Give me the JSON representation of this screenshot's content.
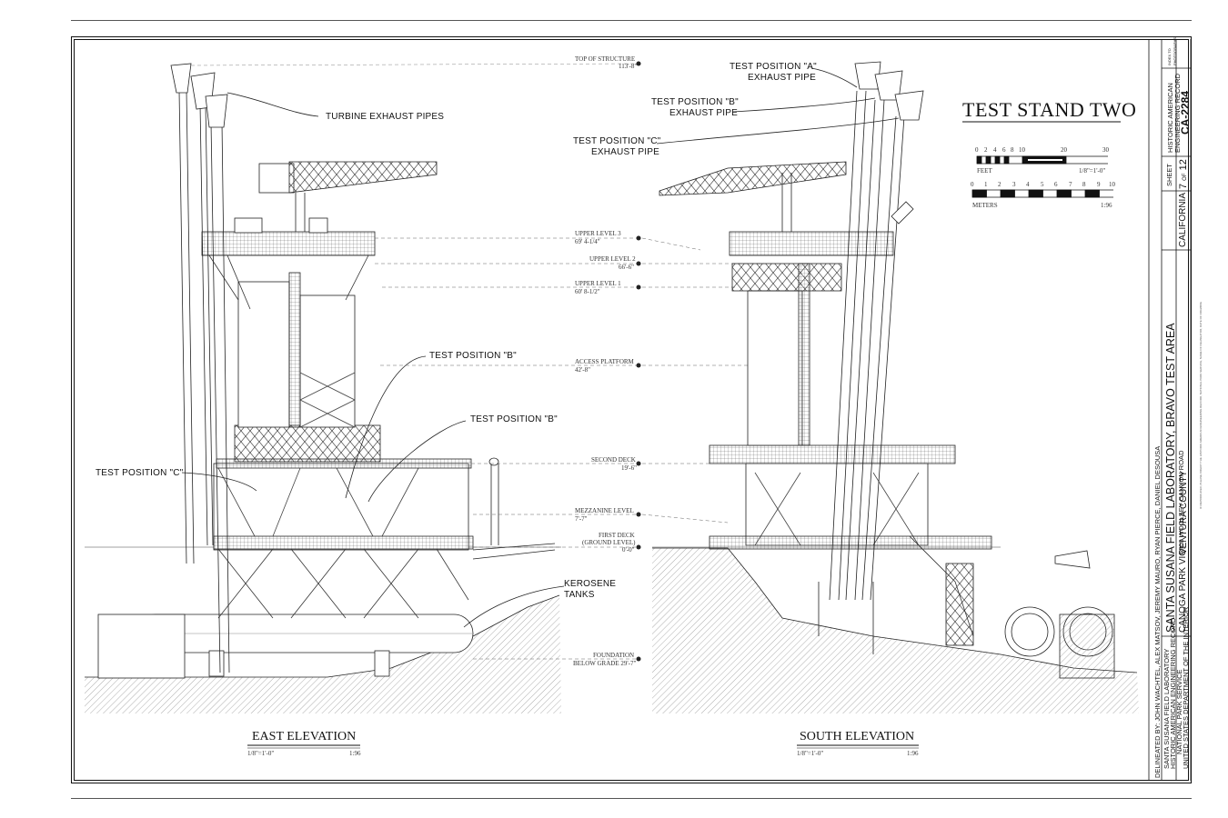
{
  "title": "TEST STAND TWO",
  "callouts": {
    "turbine_exhaust": "TURBINE EXHAUST PIPES",
    "test_b1": "TEST POSITION \"B\"",
    "test_b2": "TEST POSITION \"B\"",
    "test_c": "TEST POSITION \"C\"",
    "kerosene_1": "KEROSENE",
    "kerosene_2": "TANKS",
    "exhaust_a_1": "TEST POSITION \"A\"",
    "exhaust_a_2": "EXHAUST PIPE",
    "exhaust_b_1": "TEST POSITION \"B\"",
    "exhaust_b_2": "EXHAUST PIPE",
    "exhaust_c_1": "TEST POSITION \"C\"",
    "exhaust_c_2": "EXHAUST PIPE"
  },
  "levels": [
    {
      "name": "TOP OF STRUCTURE",
      "value": "113'-8\""
    },
    {
      "name": "UPPER LEVEL 3",
      "value": "69' 4-1/4\""
    },
    {
      "name": "UPPER LEVEL 2",
      "value": "66'-6\""
    },
    {
      "name": "UPPER LEVEL 1",
      "value": "60' 8-1/2\""
    },
    {
      "name": "ACCESS PLATFORM",
      "value": "42'-8\""
    },
    {
      "name": "SECOND DECK",
      "value": "19'-6\""
    },
    {
      "name": "MEZZANINE LEVEL",
      "value": "7'-7\""
    },
    {
      "name": "FIRST DECK",
      "value": "(GROUND LEVEL)",
      "value2": "0'-0\""
    },
    {
      "name": "FOUNDATION",
      "value": "BELOW GRADE 29'-7\""
    }
  ],
  "scales": {
    "feet_ticks": [
      "0",
      "2",
      "4",
      "6",
      "8",
      "10",
      "20",
      "30"
    ],
    "feet_label": "FEET",
    "feet_ratio": "1/8\"=1'-0\"",
    "meter_ticks": [
      "0",
      "1",
      "2",
      "3",
      "4",
      "5",
      "6",
      "7",
      "8",
      "9",
      "10"
    ],
    "meter_label": "METERS",
    "meter_ratio": "1:96"
  },
  "elevations": {
    "east": {
      "title": "EAST ELEVATION",
      "scale": "1/8\"=1'-0\"",
      "ratio": "1:96"
    },
    "south": {
      "title": "SOUTH ELEVATION",
      "scale": "1/8\"=1'-0\"",
      "ratio": "1:96"
    }
  },
  "title_block": {
    "delineated": "DELINEATED BY:  JOHN WACHTEL, ALEX MATSOV, JEREMY MAURO, RYAN PIERCE, DANIEL DESOUSA",
    "org_1": "SANTA SUSANA FIELD LABORATORY",
    "org_2": "HISTORIC AMERICAN ENGINEERING RECORD",
    "org_3": "NATIONAL PARK SERVICE",
    "org_4": "UNITED STATES DEPARTMENT OF THE INTERIOR",
    "project": "SANTA SUSANA FIELD LABORATORY, BRAVO TEST AREA",
    "address": "5800 WOOLSEY CANYON ROAD",
    "county": "VENTURA COUNTY",
    "place": "CANOGA PARK VIC.",
    "state": "CALIFORNIA",
    "record_1": "HISTORIC AMERICAN",
    "record_2": "ENGINEERING RECORD",
    "record_no": "CA-2284",
    "sheet_label": "SHEET",
    "sheet_num": "7",
    "sheet_of": "OF",
    "sheet_total": "12",
    "index_1": "INDEX TO",
    "index_2": "PHOTOGRAPHS",
    "fine_print": "IF REPRODUCED, PLEASE CREDIT THE HISTORIC AMERICAN ENGINEERING RECORD, NATIONAL PARK SERVICE, NAME OF DELINEATOR, DATE OF DRAWING"
  }
}
